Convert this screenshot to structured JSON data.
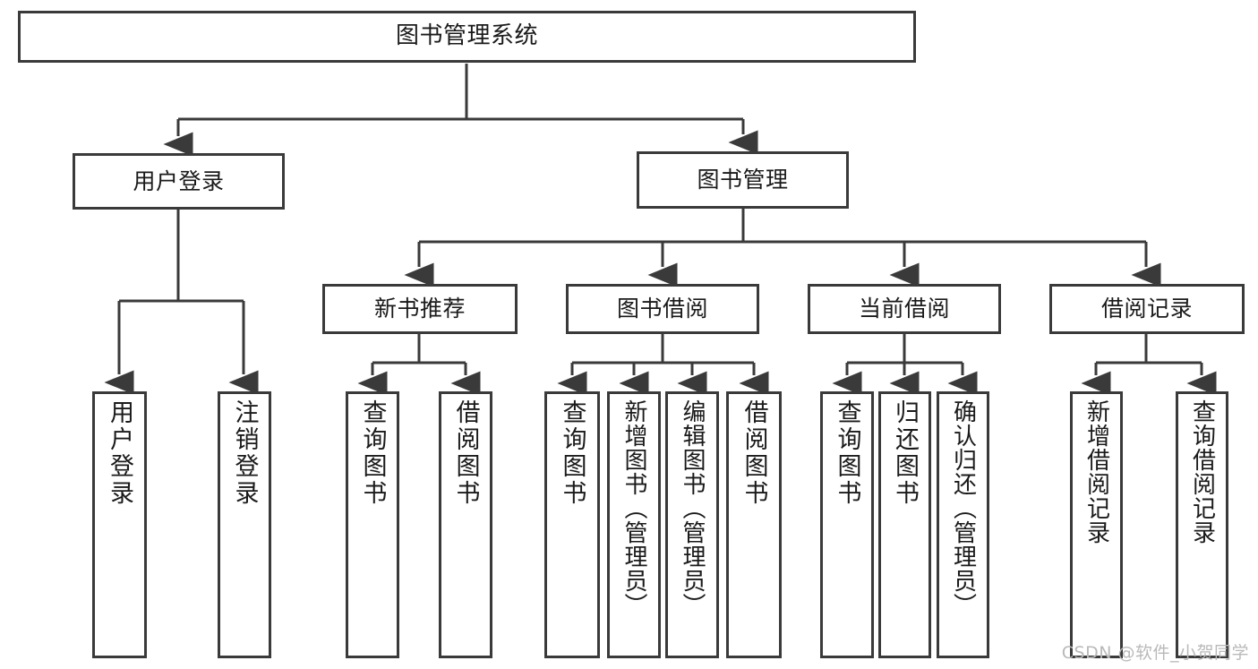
{
  "diagram": {
    "title_node": {
      "id": "root",
      "label": "图书管理系统"
    },
    "level2": [
      {
        "id": "user-login",
        "label": "用户登录"
      },
      {
        "id": "book-management",
        "label": "图书管理"
      }
    ],
    "level3": [
      {
        "id": "new-book-recommend",
        "label": "新书推荐"
      },
      {
        "id": "book-borrow",
        "label": "图书借阅"
      },
      {
        "id": "current-borrow",
        "label": "当前借阅"
      },
      {
        "id": "borrow-record",
        "label": "借阅记录"
      }
    ],
    "leaves": [
      {
        "id": "leaf-user-login",
        "label": "用户登录",
        "parent": "user-login"
      },
      {
        "id": "leaf-logout-login",
        "label": "注销登录",
        "parent": "user-login"
      },
      {
        "id": "leaf-query-book-1",
        "label": "查询图书",
        "parent": "new-book-recommend"
      },
      {
        "id": "leaf-borrow-book-1",
        "label": "借阅图书",
        "parent": "new-book-recommend"
      },
      {
        "id": "leaf-query-book-2",
        "label": "查询图书",
        "parent": "book-borrow"
      },
      {
        "id": "leaf-add-book",
        "label": "新增图书（管理员）",
        "parent": "book-borrow"
      },
      {
        "id": "leaf-edit-book",
        "label": "编辑图书（管理员）",
        "parent": "book-borrow"
      },
      {
        "id": "leaf-borrow-book-2",
        "label": "借阅图书",
        "parent": "book-borrow"
      },
      {
        "id": "leaf-query-book-3",
        "label": "查询图书",
        "parent": "current-borrow"
      },
      {
        "id": "leaf-return-book",
        "label": "归还图书",
        "parent": "current-borrow"
      },
      {
        "id": "leaf-confirm-return",
        "label": "确认归还（管理员）",
        "parent": "current-borrow"
      },
      {
        "id": "leaf-add-record",
        "label": "新增借阅记录",
        "parent": "borrow-record"
      },
      {
        "id": "leaf-query-record",
        "label": "查询借阅记录",
        "parent": "borrow-record"
      }
    ],
    "watermark": "CSDN @软件_小贺同学",
    "colors": {
      "stroke": "#3a3a3a",
      "fill": "#ffffff",
      "text": "#1a1a1a",
      "watermark": "#b9b9b9"
    }
  }
}
